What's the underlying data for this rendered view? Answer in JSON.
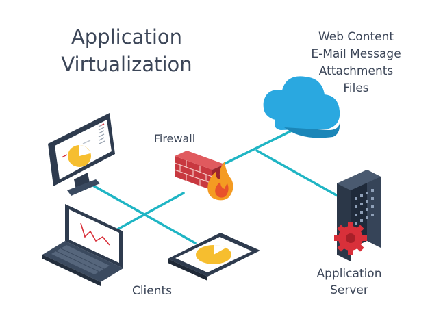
{
  "title": {
    "line1": "Application",
    "line2": "Virtualization"
  },
  "content_types": [
    "Web Content",
    "E-Mail Message",
    "Attachments",
    "Files"
  ],
  "firewall": {
    "label": "Firewall"
  },
  "server": {
    "label_line1": "Application",
    "label_line2": "Server"
  },
  "clients": {
    "label": "Clients"
  },
  "colors": {
    "connection_line": "#1fb5c4",
    "cloud": "#2aa8e0",
    "device_dark": "#2e3b4e",
    "chart_yellow": "#f6be2f",
    "firewall_brick": "#c8383f",
    "flame": "#f49b22",
    "gear": "#d9303a",
    "text": "#3c4658"
  }
}
